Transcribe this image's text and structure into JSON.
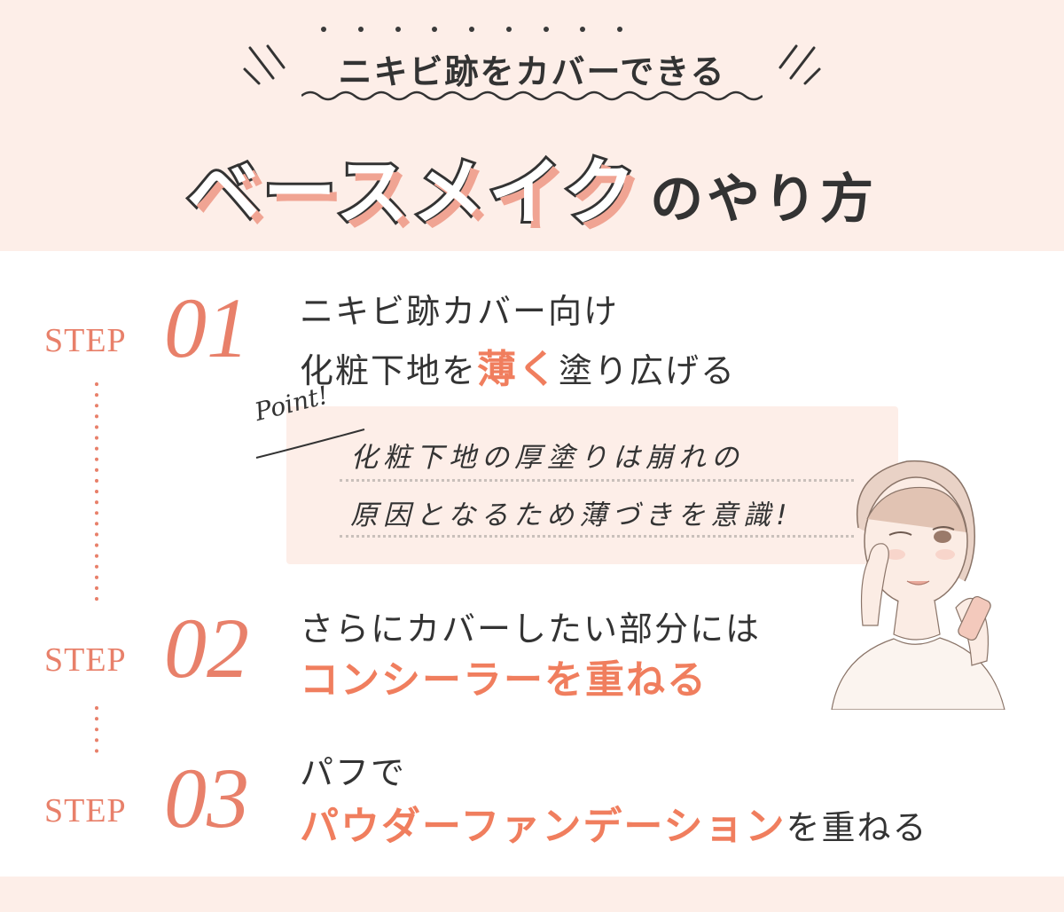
{
  "header": {
    "subtitle": "ニキビ跡をカバーできる",
    "title_main": "ベースメイク",
    "title_sub": "のやり方"
  },
  "steps": [
    {
      "label": "STEP",
      "number": "01",
      "line1": "ニキビ跡カバー向け",
      "line2_pre": "化粧下地を",
      "line2_accent": "薄く",
      "line2_post": "塗り広げる"
    },
    {
      "label": "STEP",
      "number": "02",
      "line1": "さらにカバーしたい部分には",
      "line2_accent": "コンシーラーを重ねる"
    },
    {
      "label": "STEP",
      "number": "03",
      "line1": "パフで",
      "line2_accent": "パウダーファンデーション",
      "line2_post": "を重ねる"
    }
  ],
  "point": {
    "label": "Point!",
    "line1": "化粧下地の厚塗りは崩れの",
    "line2": "原因となるため薄づきを意識!"
  },
  "colors": {
    "accent": "#f07e5e",
    "step": "#e8806a",
    "pink_bg": "#fdeee8",
    "text": "#333333"
  },
  "icons": {
    "illustration": "woman-applying-makeup-illustration"
  }
}
